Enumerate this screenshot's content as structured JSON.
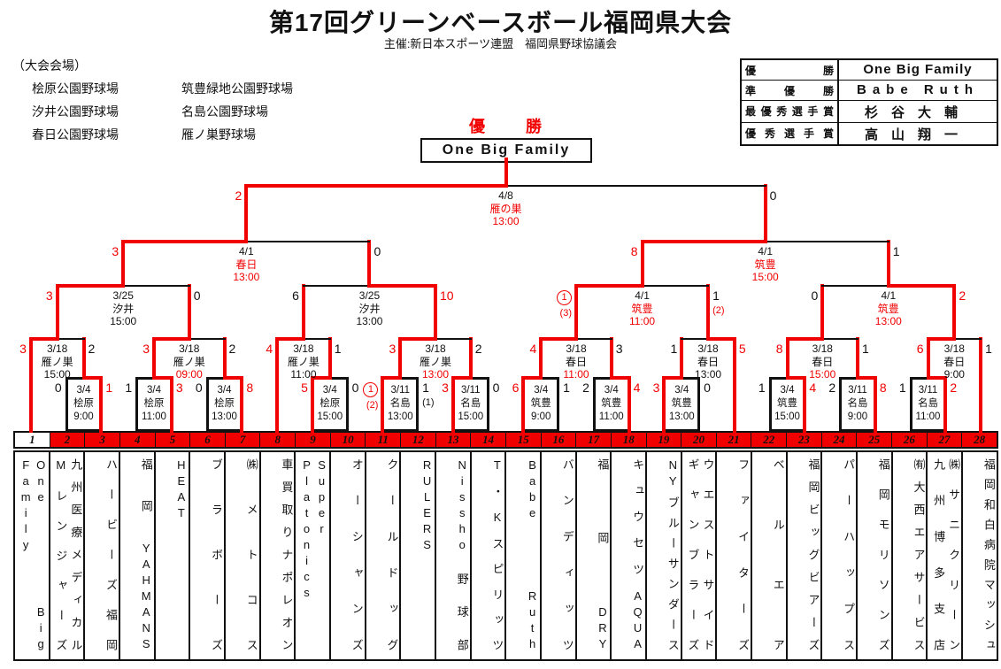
{
  "title": "第17回グリーンベースボール福岡県大会",
  "subtitle": "主催:新日本スポーツ連盟　福岡県野球協議会",
  "colors": {
    "red": "#f10000",
    "black": "#111111"
  },
  "venues": {
    "heading": "（大会会場）",
    "rows": [
      [
        "桧原公園野球場",
        "筑豊緑地公園野球場"
      ],
      [
        "汐井公園野球場",
        "名島公園野球場"
      ],
      [
        "春日公園野球場",
        "雁ノ巣野球場"
      ]
    ]
  },
  "results": {
    "rows": [
      {
        "label": "優勝",
        "value": "One Big Family"
      },
      {
        "label": "準優勝",
        "value": "Babe Ruth"
      },
      {
        "label": "最優秀選手賞",
        "value": "杉谷大輔"
      },
      {
        "label": "優秀選手賞",
        "value": "高山翔一"
      }
    ]
  },
  "champion": {
    "label": "優勝",
    "team": "One Big Family"
  },
  "teams": [
    {
      "no": "1",
      "name": "One Big\nFamily"
    },
    {
      "no": "2",
      "name": "九州医療メディカル\nMレンジャーズ"
    },
    {
      "no": "3",
      "name": "ハービーズ福岡"
    },
    {
      "no": "4",
      "name": "福岡YAHMANS"
    },
    {
      "no": "5",
      "name": "HEAT"
    },
    {
      "no": "6",
      "name": "ブラボーズ"
    },
    {
      "no": "7",
      "name": "㈱メトコス"
    },
    {
      "no": "8",
      "name": "車買取りナポレオン"
    },
    {
      "no": "9",
      "name": "Super\nPlatonics"
    },
    {
      "no": "10",
      "name": "オーシャンズ"
    },
    {
      "no": "11",
      "name": "クールドッグ"
    },
    {
      "no": "12",
      "name": "RULERS"
    },
    {
      "no": "13",
      "name": "Nissho野球部"
    },
    {
      "no": "14",
      "name": "T・Kスピリッツ"
    },
    {
      "no": "15",
      "name": "Babe Ruth"
    },
    {
      "no": "16",
      "name": "バンディッツ"
    },
    {
      "no": "17",
      "name": "福岡DRY"
    },
    {
      "no": "18",
      "name": "キュウセツAQUA"
    },
    {
      "no": "19",
      "name": "NYブルーサンダース"
    },
    {
      "no": "20",
      "name": "ウエストサイド\nギャンブラーズ"
    },
    {
      "no": "21",
      "name": "ファイターズ"
    },
    {
      "no": "22",
      "name": "ベルエア"
    },
    {
      "no": "23",
      "name": "福岡ビッグビアーズ"
    },
    {
      "no": "24",
      "name": "パーハップス"
    },
    {
      "no": "25",
      "name": "福岡モリソンズ"
    },
    {
      "no": "26",
      "name": "㈲大西エアサービス"
    },
    {
      "no": "27",
      "name": "㈱サニクリーン\n九州博多支店"
    },
    {
      "no": "28",
      "name": "福岡和白病院マッシュ"
    }
  ],
  "bracket": {
    "round1": [
      {
        "teams": [
          2,
          3
        ],
        "date": "3/4",
        "venue": "桧原",
        "time": "9:00",
        "sl": {
          "v": "0"
        },
        "sr": {
          "v": "1",
          "red": true
        },
        "w": "r"
      },
      {
        "teams": [
          4,
          5
        ],
        "date": "3/4",
        "venue": "桧原",
        "time": "11:00",
        "sl": {
          "v": "1"
        },
        "sr": {
          "v": "3",
          "red": true
        },
        "w": "r"
      },
      {
        "teams": [
          6,
          7
        ],
        "date": "3/4",
        "venue": "桧原",
        "time": "13:00",
        "sl": {
          "v": "0"
        },
        "sr": {
          "v": "8",
          "red": true
        },
        "w": "r"
      },
      {
        "teams": [
          9,
          10
        ],
        "date": "3/4",
        "venue": "桧原",
        "time": "15:00",
        "sl": {
          "v": "5",
          "red": true
        },
        "sr": {
          "v": "0"
        },
        "w": "l"
      },
      {
        "teams": [
          11,
          12
        ],
        "date": "3/11",
        "venue": "名島",
        "time": "13:00",
        "sl": {
          "v": "1",
          "red": true,
          "circle": true,
          "sub": "(2)",
          "subRed": true
        },
        "sr": {
          "v": "1",
          "sub": "(1)"
        },
        "w": "l"
      },
      {
        "teams": [
          13,
          14
        ],
        "date": "3/11",
        "venue": "名島",
        "time": "15:00",
        "sl": {
          "v": "3",
          "red": true
        },
        "sr": {
          "v": "0"
        },
        "w": "l"
      },
      {
        "teams": [
          15,
          16
        ],
        "date": "3/4",
        "venue": "筑豊",
        "time": "9:00",
        "sl": {
          "v": "6",
          "red": true
        },
        "sr": {
          "v": "1"
        },
        "w": "l"
      },
      {
        "teams": [
          17,
          18
        ],
        "date": "3/4",
        "venue": "筑豊",
        "time": "11:00",
        "sl": {
          "v": "2"
        },
        "sr": {
          "v": "4",
          "red": true
        },
        "w": "r"
      },
      {
        "teams": [
          19,
          20
        ],
        "date": "3/4",
        "venue": "筑豊",
        "time": "13:00",
        "sl": {
          "v": "3",
          "red": true
        },
        "sr": {
          "v": "0"
        },
        "w": "l"
      },
      {
        "teams": [
          22,
          23
        ],
        "date": "3/4",
        "venue": "筑豊",
        "time": "15:00",
        "sl": {
          "v": "1"
        },
        "sr": {
          "v": "4",
          "red": true
        },
        "w": "r"
      },
      {
        "teams": [
          24,
          25
        ],
        "date": "3/11",
        "venue": "名島",
        "time": "9:00",
        "sl": {
          "v": "2"
        },
        "sr": {
          "v": "8",
          "red": true
        },
        "w": "r"
      },
      {
        "teams": [
          26,
          27
        ],
        "date": "3/11",
        "venue": "名島",
        "time": "11:00",
        "sl": {
          "v": "1"
        },
        "sr": {
          "v": "2",
          "red": true
        },
        "w": "r"
      }
    ],
    "round2": [
      {
        "lf": "T1",
        "rf": "R0",
        "date": "3/18",
        "venue": "雁ノ巣",
        "time": "15:00",
        "sl": {
          "v": "3",
          "red": true
        },
        "sr": {
          "v": "2"
        },
        "w": "l"
      },
      {
        "lf": "R1",
        "rf": "R2",
        "date": "3/18",
        "venue": "雁ノ巣",
        "time": "09:00",
        "timeRed": true,
        "sl": {
          "v": "3",
          "red": true
        },
        "sr": {
          "v": "2"
        },
        "w": "l"
      },
      {
        "lf": "T8",
        "rf": "R3",
        "date": "3/18",
        "venue": "雁ノ巣",
        "time": "11:00",
        "sl": {
          "v": "4",
          "red": true
        },
        "sr": {
          "v": "1"
        },
        "w": "l"
      },
      {
        "lf": "R4",
        "rf": "R5",
        "date": "3/18",
        "venue": "雁ノ巣",
        "time": "13:00",
        "timeRed": true,
        "sl": {
          "v": "3",
          "red": true
        },
        "sr": {
          "v": "2"
        },
        "w": "l"
      },
      {
        "lf": "R6",
        "rf": "R7",
        "date": "3/18",
        "venue": "春日",
        "time": "11:00",
        "timeRed": true,
        "sl": {
          "v": "4",
          "red": true
        },
        "sr": {
          "v": "3"
        },
        "w": "l"
      },
      {
        "lf": "R8",
        "rf": "T21",
        "date": "3/18",
        "venue": "春日",
        "time": "13:00",
        "sl": {
          "v": "1"
        },
        "sr": {
          "v": "5",
          "red": true
        },
        "w": "r"
      },
      {
        "lf": "R9",
        "rf": "R10",
        "date": "3/18",
        "venue": "春日",
        "time": "15:00",
        "timeRed": true,
        "sl": {
          "v": "8",
          "red": true
        },
        "sr": {
          "v": "1"
        },
        "w": "l"
      },
      {
        "lf": "R11",
        "rf": "T28",
        "date": "3/18",
        "venue": "春日",
        "time": "9:00",
        "sl": {
          "v": "6",
          "red": true
        },
        "sr": {
          "v": "1"
        },
        "w": "l"
      }
    ],
    "quarterfinals": [
      {
        "lf": "M0",
        "rf": "M1",
        "date": "3/25",
        "venue": "汐井",
        "time": "15:00",
        "sl": {
          "v": "3",
          "red": true
        },
        "sr": {
          "v": "0"
        },
        "w": "l"
      },
      {
        "lf": "M2",
        "rf": "M3",
        "date": "3/25",
        "venue": "汐井",
        "time": "13:00",
        "sl": {
          "v": "6"
        },
        "sr": {
          "v": "10",
          "red": true
        },
        "w": "r"
      },
      {
        "lf": "M4",
        "rf": "M5",
        "date": "4/1",
        "venue": "筑豊",
        "time": "11:00",
        "venueRed": true,
        "timeRed": true,
        "sl": {
          "v": "1",
          "red": true,
          "circle": true,
          "sub": "(3)",
          "subRed": true
        },
        "sr": {
          "v": "1",
          "sub": "(2)",
          "subRed": true
        },
        "w": "l"
      },
      {
        "lf": "M6",
        "rf": "M7",
        "date": "4/1",
        "venue": "筑豊",
        "time": "13:00",
        "venueRed": true,
        "timeRed": true,
        "sl": {
          "v": "0"
        },
        "sr": {
          "v": "2",
          "red": true
        },
        "w": "r"
      }
    ],
    "semifinals": [
      {
        "lf": "Q0",
        "rf": "Q1",
        "date": "4/1",
        "venue": "春日",
        "time": "13:00",
        "venueRed": true,
        "timeRed": true,
        "sl": {
          "v": "3",
          "red": true
        },
        "sr": {
          "v": "0"
        },
        "w": "l"
      },
      {
        "lf": "Q2",
        "rf": "Q3",
        "date": "4/1",
        "venue": "筑豊",
        "time": "15:00",
        "venueRed": true,
        "timeRed": true,
        "sl": {
          "v": "8",
          "red": true
        },
        "sr": {
          "v": "1"
        },
        "w": "l"
      }
    ],
    "final": {
      "lf": "S0",
      "rf": "S1",
      "date": "4/8",
      "venue": "雁の巣",
      "time": "13:00",
      "venueRed": true,
      "timeRed": true,
      "sl": {
        "v": "2",
        "red": true
      },
      "sr": {
        "v": "0"
      },
      "w": "l"
    }
  }
}
